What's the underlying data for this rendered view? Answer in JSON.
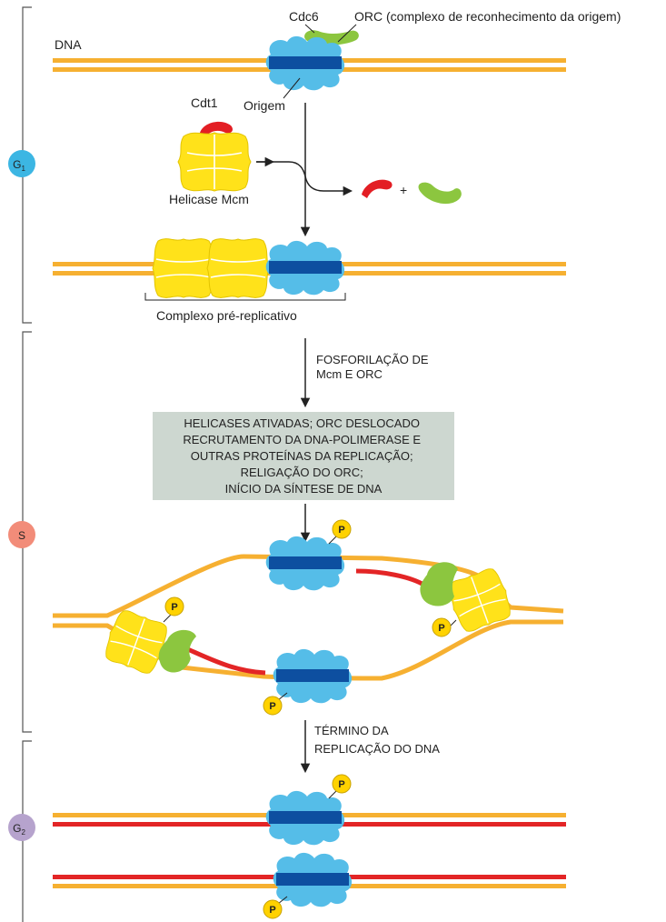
{
  "colors": {
    "dna_strand": "#f6b031",
    "new_strand": "#e32526",
    "orc": "#55bde8",
    "origin_band": "#0d4fa0",
    "cdc6": "#8cc63f",
    "cdt1": "#e31e24",
    "mcm": "#ffe21a",
    "mcm_outline": "#e3c400",
    "phosphate": "#ffd200",
    "g1_badge": "#3cb6e3",
    "s_badge": "#f28c79",
    "g2_badge": "#b6a3cd",
    "box_fill": "#cdd7d0",
    "line": "#222222"
  },
  "phases": {
    "g1": {
      "letter": "G",
      "sub": "1"
    },
    "s": {
      "letter": "S"
    },
    "g2": {
      "letter": "G",
      "sub": "2"
    }
  },
  "labels": {
    "dna": "DNA",
    "cdc6": "Cdc6",
    "orc": "ORC (complexo de reconhecimento da origem)",
    "cdt1": "Cdt1",
    "origin": "Origem",
    "mcm_helicase": "Helicase Mcm",
    "plus": "+",
    "prerep_complex": "Complexo pré-replicativo",
    "phosphate": "P"
  },
  "steps": {
    "phosphorylation": [
      "FOSFORILAÇÃO DE",
      "Mcm E ORC"
    ],
    "termination": [
      "TÉRMINO DA",
      "REPLICAÇÃO DO DNA"
    ]
  },
  "event_box": {
    "lines": [
      "HELICASES ATIVADAS; ORC DESLOCADO",
      "RECRUTAMENTO DA DNA-POLIMERASE E",
      "OUTRAS PROTEÍNAS DA REPLICAÇÃO;",
      "RELIGAÇÃO DO ORC;",
      "INÍCIO DA SÍNTESE DE DNA"
    ]
  }
}
